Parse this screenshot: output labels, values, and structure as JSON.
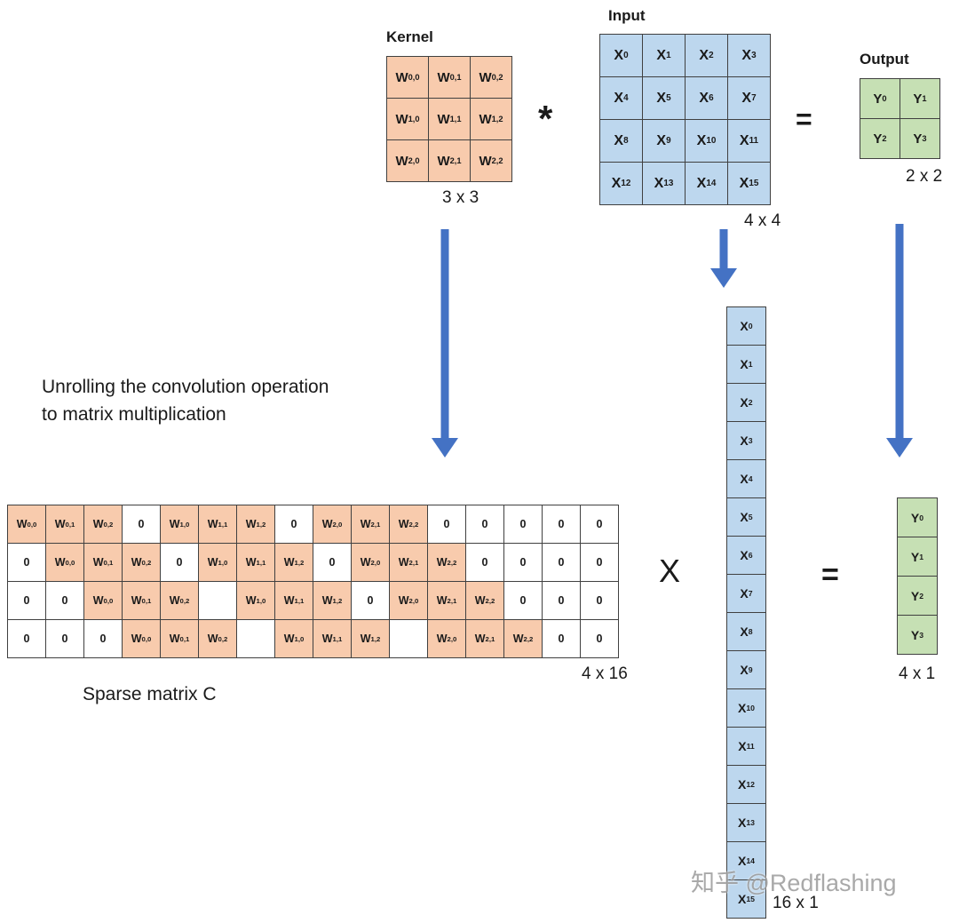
{
  "colors": {
    "kernel_fill": "#F8CBAD",
    "input_fill": "#BDD7EE",
    "output_fill": "#C6E0B4",
    "arrow": "#4472C4"
  },
  "kernel": {
    "label": "Kernel",
    "dims": "3 x 3",
    "rows": [
      [
        "W0,0",
        "W0,1",
        "W0,2"
      ],
      [
        "W1,0",
        "W1,1",
        "W1,2"
      ],
      [
        "W2,0",
        "W2,1",
        "W2,2"
      ]
    ]
  },
  "input": {
    "label": "Input",
    "dims": "4 x 4",
    "rows": [
      [
        "X0",
        "X1",
        "X2",
        "X3"
      ],
      [
        "X4",
        "X5",
        "X6",
        "X7"
      ],
      [
        "X8",
        "X9",
        "X10",
        "X11"
      ],
      [
        "X12",
        "X13",
        "X14",
        "X15"
      ]
    ]
  },
  "output": {
    "label": "Output",
    "dims": "2 x 2",
    "rows": [
      [
        "Y0",
        "Y1"
      ],
      [
        "Y2",
        "Y3"
      ]
    ]
  },
  "operators": {
    "convolution": "*",
    "equals_top": "=",
    "matmul": "X",
    "equals_bottom": "="
  },
  "annotation": {
    "line1": "Unrolling the convolution operation",
    "line2": "to matrix multiplication"
  },
  "sparse": {
    "label": "Sparse matrix C",
    "dims": "4 x 16",
    "rows": [
      [
        "W0,0",
        "W0,1",
        "W0,2",
        "0",
        "W1,0",
        "W1,1",
        "W1,2",
        "0",
        "W2,0",
        "W2,1",
        "W2,2",
        "0",
        "0",
        "0",
        "0",
        "0"
      ],
      [
        "0",
        "W0,0",
        "W0,1",
        "W0,2",
        "0",
        "W1,0",
        "W1,1",
        "W1,2",
        "0",
        "W2,0",
        "W2,1",
        "W2,2",
        "0",
        "0",
        "0",
        "0"
      ],
      [
        "0",
        "0",
        "W0,0",
        "W0,1",
        "W0,2",
        "",
        "W1,0",
        "W1,1",
        "W1,2",
        "0",
        "W2,0",
        "W2,1",
        "W2,2",
        "0",
        "0",
        "0"
      ],
      [
        "0",
        "0",
        "0",
        "W0,0",
        "W0,1",
        "W0,2",
        "",
        "W1,0",
        "W1,1",
        "W1,2",
        "",
        "W2,0",
        "W2,1",
        "W2,2",
        "0",
        "0"
      ]
    ]
  },
  "unrolled_input": {
    "dims": "16 x 1",
    "cells": [
      "X0",
      "X1",
      "X2",
      "X3",
      "X4",
      "X5",
      "X6",
      "X7",
      "X8",
      "X9",
      "X10",
      "X11",
      "X12",
      "X13",
      "X14",
      "X15"
    ]
  },
  "unrolled_output": {
    "dims": "4 x 1",
    "cells": [
      "Y0",
      "Y1",
      "Y2",
      "Y3"
    ]
  },
  "watermark": "知乎 @Redflashing"
}
